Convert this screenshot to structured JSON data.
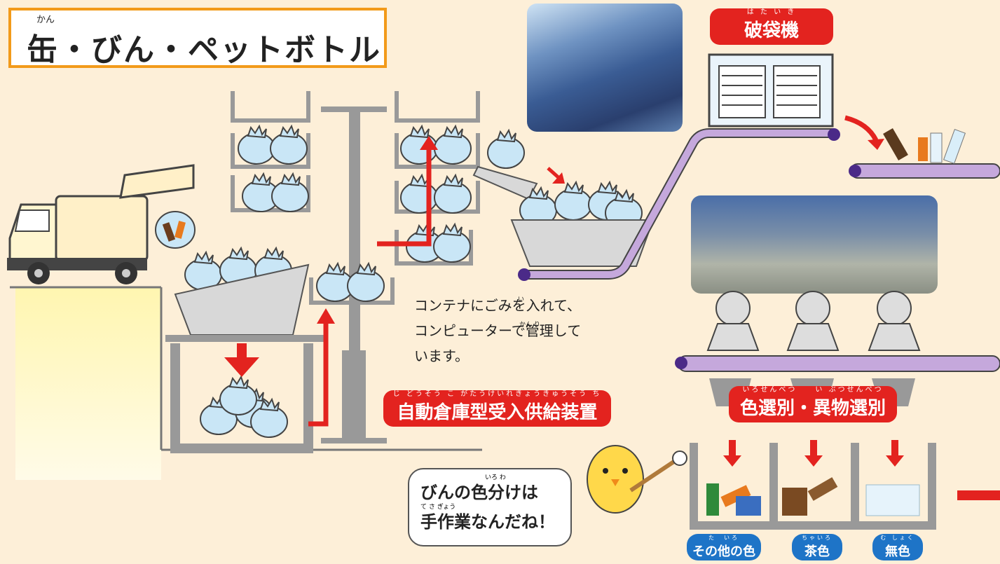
{
  "title": {
    "ruby": "かん",
    "text": "缶・びん・ペットボトル"
  },
  "labels": {
    "haitai_ruby": "は た い き",
    "haitai": "破袋機",
    "auto_ruby": "じ どうそう こ がたうけいれきょうきゅうそう ち",
    "auto": "自動倉庫型受入供給装置",
    "color_ruby": "いろせんべつ　　い ぶつせんべつ",
    "color": "色選別・異物選別"
  },
  "description": {
    "line1": "コンテナにごみを入れて、",
    "line2": "コンピューターで管理して",
    "line3": "います。",
    "ruby_ireru": "い",
    "ruby_kanri": "かん り"
  },
  "bubble": {
    "line1": "びんの色分けは",
    "line2": "手作業なんだね！",
    "ruby1": "いろ わ",
    "ruby2": "て さ ぎょう"
  },
  "bins": [
    {
      "ruby": "た　いろ",
      "label": "その他の色"
    },
    {
      "ruby": "ちゃいろ",
      "label": "茶色"
    },
    {
      "ruby": "む しょく",
      "label": "無色"
    }
  ],
  "colors": {
    "accent_red": "#e3231f",
    "accent_blue": "#1e74c7",
    "conveyor": "#b79ad0",
    "frame_orange": "#f29a1a"
  }
}
